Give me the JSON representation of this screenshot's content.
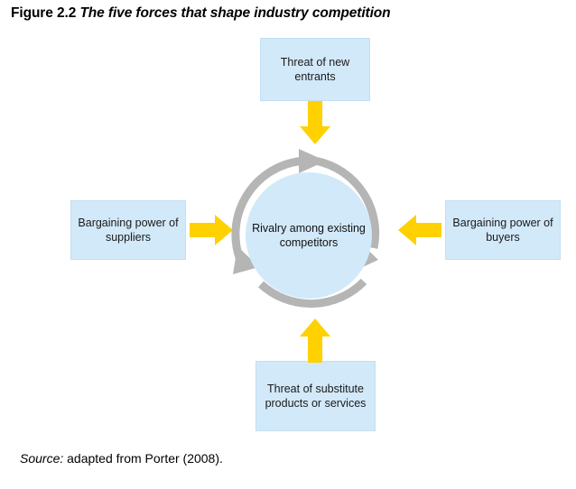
{
  "figure": {
    "label": "Figure 2.2",
    "caption": "The five forces that shape industry competition"
  },
  "colors": {
    "box_fill": "#d2e9f9",
    "arrow_yellow": "#ffd100",
    "ring_grey": "#b5b5b5",
    "text": "#000000",
    "background": "#ffffff"
  },
  "diagram": {
    "type": "porter-five-forces",
    "center": {
      "label": "Rivalry among existing competitors",
      "lines": [
        "Rivalry among",
        "existing",
        "competitors"
      ],
      "ring": {
        "direction": "clockwise",
        "arrowhead_count": 3,
        "arrowhead_positions": [
          "top",
          "bottom-right",
          "bottom-left"
        ]
      }
    },
    "forces": [
      {
        "id": "threat-of-new-entrants",
        "position": "top",
        "label": "Threat of new entrants",
        "lines": [
          "Threat of new",
          "entrants"
        ],
        "arrow": {
          "direction": "down",
          "color": "#ffd100"
        }
      },
      {
        "id": "bargaining-power-of-suppliers",
        "position": "left",
        "label": "Bargaining power of suppliers",
        "lines": [
          "Bargaining power",
          "of suppliers"
        ],
        "arrow": {
          "direction": "right",
          "color": "#ffd100"
        }
      },
      {
        "id": "bargaining-power-of-buyers",
        "position": "right",
        "label": "Bargaining power of buyers",
        "lines": [
          "Bargaining power",
          "of buyers"
        ],
        "arrow": {
          "direction": "left",
          "color": "#ffd100"
        }
      },
      {
        "id": "threat-of-substitutes",
        "position": "bottom",
        "label": "Threat of substitute products or services",
        "lines": [
          "Threat of substitute",
          "products or",
          "services"
        ],
        "arrow": {
          "direction": "up",
          "color": "#ffd100"
        }
      }
    ]
  },
  "source": {
    "label": "Source:",
    "text": "adapted from Porter (2008)."
  }
}
